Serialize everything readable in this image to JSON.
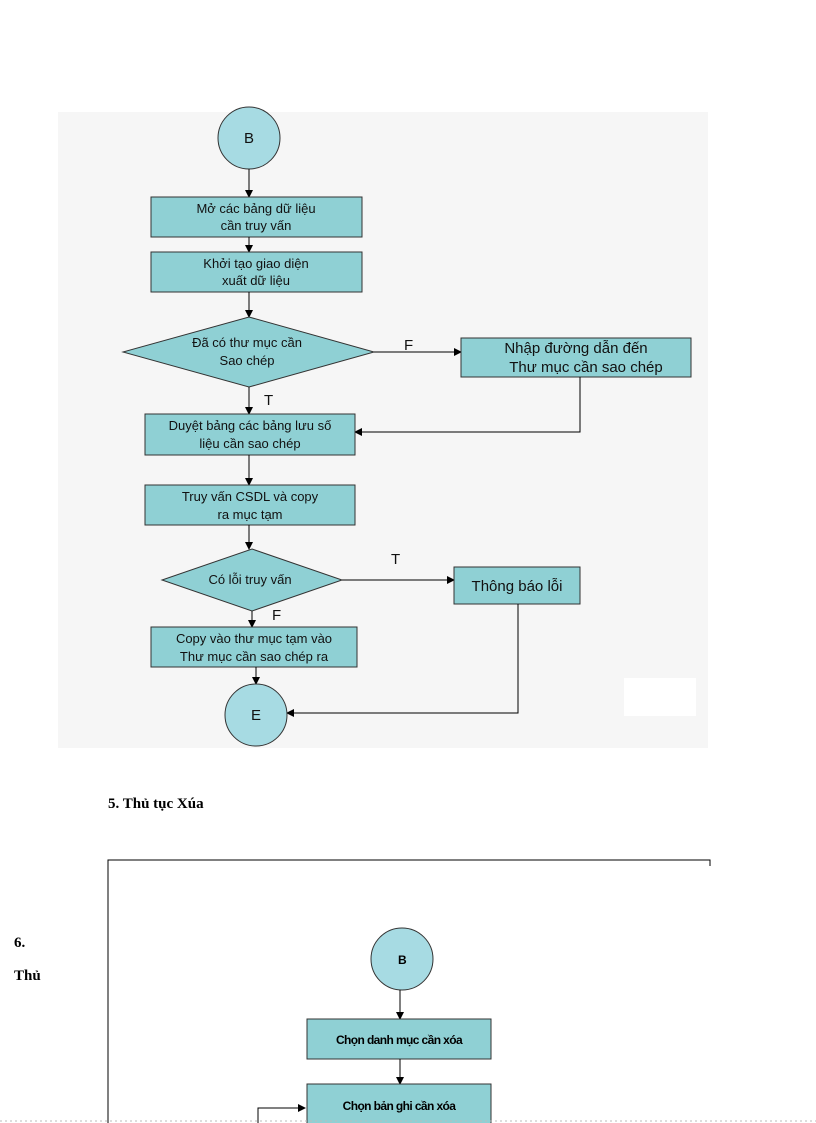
{
  "flowchart1": {
    "start_label": "B",
    "box_open_tables": [
      "Mở các bảng dữ liệu",
      "cần truy vấn"
    ],
    "box_init_ui": [
      "Khởi tạo giao diện",
      "xuất dữ liệu"
    ],
    "decision_folder": [
      "Đã có thư mục cần",
      "Sao chép"
    ],
    "label_false_1": "F",
    "box_input_path": [
      "Nhập đường dẫn đến",
      "Thư mục cần sao chép"
    ],
    "label_true_1": "T",
    "box_browse_tables": [
      "Duyệt bảng các bảng lưu số",
      "liệu cần sao chép"
    ],
    "box_query_copy": [
      "Truy vấn CSDL và copy",
      "ra mục tạm"
    ],
    "decision_error": "Có lỗi truy vấn",
    "label_true_2": "T",
    "box_error_msg": "Thông báo lỗi",
    "label_false_2": "F",
    "box_copy_temp": [
      "Copy vào thư mục tạm vào",
      "Thư mục cần sao chép ra"
    ],
    "end_label": "E"
  },
  "section_heading": "5. Thủ tục Xúa",
  "side_number": "6.",
  "side_text": "Thủ",
  "flowchart2": {
    "start_label": "B",
    "box_choose_category": "Chọn danh mục cần xóa",
    "box_choose_record": "Chọn bản ghi cần xóa"
  },
  "colors": {
    "box_fill": "#8fd0d4",
    "circle_fill": "#a7dbe3",
    "background_panel": "#f6f6f6"
  }
}
